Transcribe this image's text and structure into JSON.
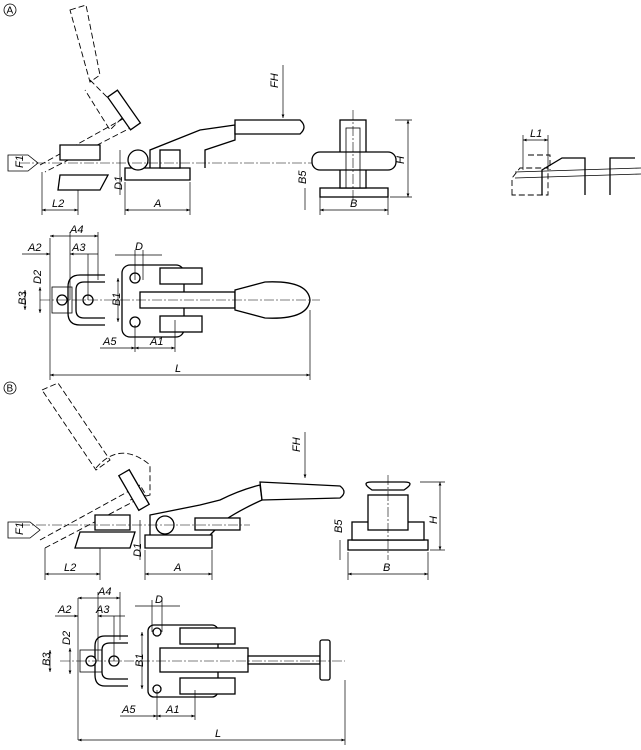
{
  "variants": {
    "a": "A",
    "b": "B"
  },
  "a": {
    "fh": "FH",
    "f1": "F1",
    "l2": "L2",
    "d1": "D1",
    "a": "A",
    "b5": "B5",
    "b": "B",
    "h": "H",
    "l1": "L1",
    "a2": "A2",
    "a4": "A4",
    "a3": "A3",
    "d": "D",
    "d2": "D2",
    "b3": "B3",
    "b1": "B1",
    "a5": "A5",
    "a1": "A1",
    "l": "L"
  },
  "b": {
    "fh": "FH",
    "f1": "F1",
    "l2": "L2",
    "d1": "D1",
    "a": "A",
    "b5": "B5",
    "b": "B",
    "h": "H",
    "a2": "A2",
    "a4": "A4",
    "a3": "A3",
    "d": "D",
    "d2": "D2",
    "b3": "B3",
    "b1": "B1",
    "a5": "A5",
    "a1": "A1",
    "l": "L"
  }
}
